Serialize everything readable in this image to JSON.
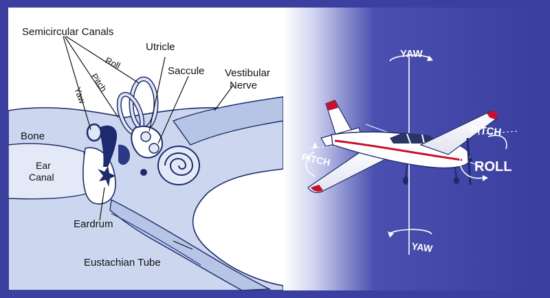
{
  "ear": {
    "semicircular_canals": "Semicircular Canals",
    "roll": "Roll",
    "pitch": "Pitch",
    "yaw": "Yaw",
    "utricle": "Utricle",
    "saccule": "Saccule",
    "vestibular_nerve_line1": "Vestibular",
    "vestibular_nerve_line2": "Nerve",
    "bone": "Bone",
    "ear_canal_line1": "Ear",
    "ear_canal_line2": "Canal",
    "eardrum": "Eardrum",
    "eustachian_tube": "Eustachian Tube"
  },
  "aircraft": {
    "yaw_top": "YAW",
    "yaw_bottom": "YAW",
    "pitch_left": "PITCH",
    "pitch_right": "PITCH",
    "roll": "ROLL"
  },
  "colors": {
    "frame": "#3a3fa0",
    "panel_blue": "#3c3f9c",
    "tissue": "#c9d5ee",
    "tissue_dark": "#a8b7de",
    "outline": "#1d2a6b",
    "airplane_stripe": "#c8102e"
  }
}
